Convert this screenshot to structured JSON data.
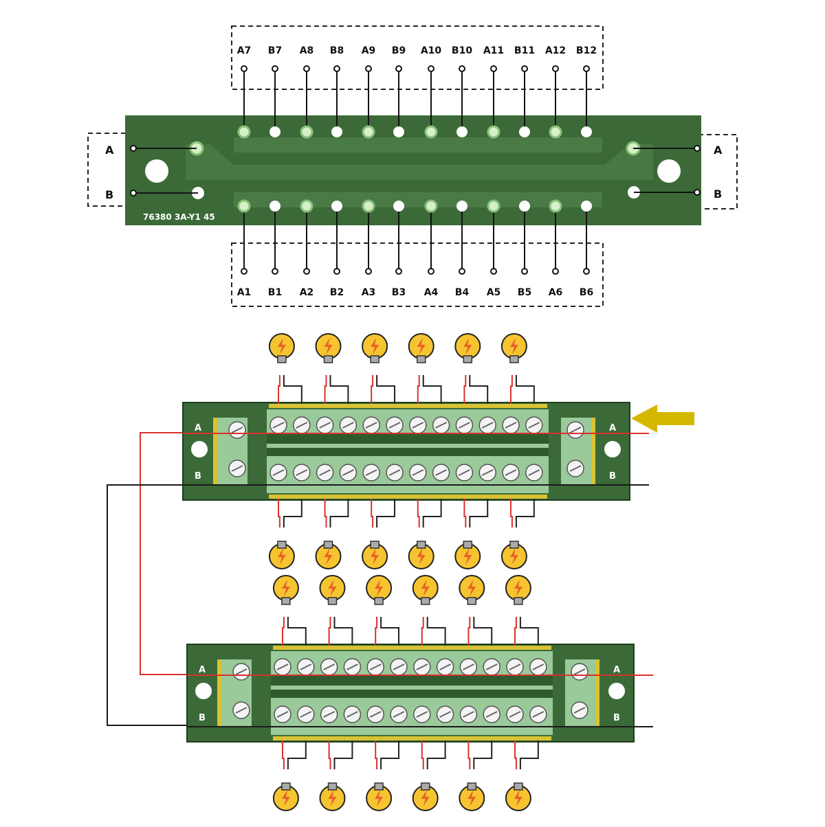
{
  "top_board": {
    "part_number": "76380 3A-Y1 45",
    "top_labels": [
      "A7",
      "B7",
      "A8",
      "B8",
      "A9",
      "B9",
      "A10",
      "B10",
      "A11",
      "B11",
      "A12",
      "B12"
    ],
    "bottom_labels": [
      "A1",
      "B1",
      "A2",
      "B2",
      "A3",
      "B3",
      "A4",
      "B4",
      "A5",
      "B5",
      "A6",
      "B6"
    ],
    "left_bus": [
      "A",
      "B"
    ],
    "right_bus": [
      "A",
      "B"
    ]
  },
  "wiring": {
    "board1_labels": {
      "left_a": "A",
      "left_b": "B",
      "right_a": "A",
      "right_b": "B"
    },
    "board2_labels": {
      "left_a": "A",
      "left_b": "B",
      "right_a": "A",
      "right_b": "B"
    },
    "lamp_columns": 6,
    "input_arrow_color": "#d4b800"
  },
  "colors": {
    "pcb": "#3b6a38",
    "pcb_dark": "#2f5a2d",
    "pcb_trace": "#4a7a45",
    "pad": "#d6f0c8",
    "terminal_body": "#9ac99a",
    "brass": "#d9c233",
    "wire_red": "#d8312c",
    "wire_black": "#1a1a1a",
    "bulb": "#f5c430"
  }
}
